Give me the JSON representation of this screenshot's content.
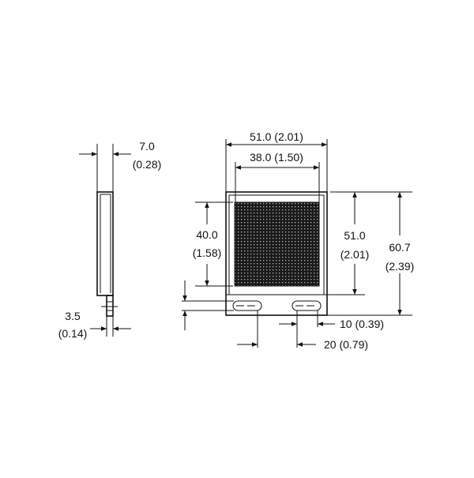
{
  "side_view": {
    "thickness": {
      "mm": "7.0",
      "in": "(0.28)"
    },
    "stem": {
      "mm": "3.5",
      "in": "(0.14)"
    }
  },
  "front_view": {
    "overall_width": {
      "label": "51.0 (2.01)"
    },
    "mesh_width": {
      "label": "38.0 (1.50)"
    },
    "mesh_height": {
      "mm": "40.0",
      "in": "(1.58)"
    },
    "body_height": {
      "mm": "51.0",
      "in": "(2.01)"
    },
    "overall_height": {
      "mm": "60.7",
      "in": "(2.39)"
    },
    "slot_offset": {
      "label": "10 (0.39)"
    },
    "slot_pitch": {
      "label": "20 (0.79)"
    }
  }
}
